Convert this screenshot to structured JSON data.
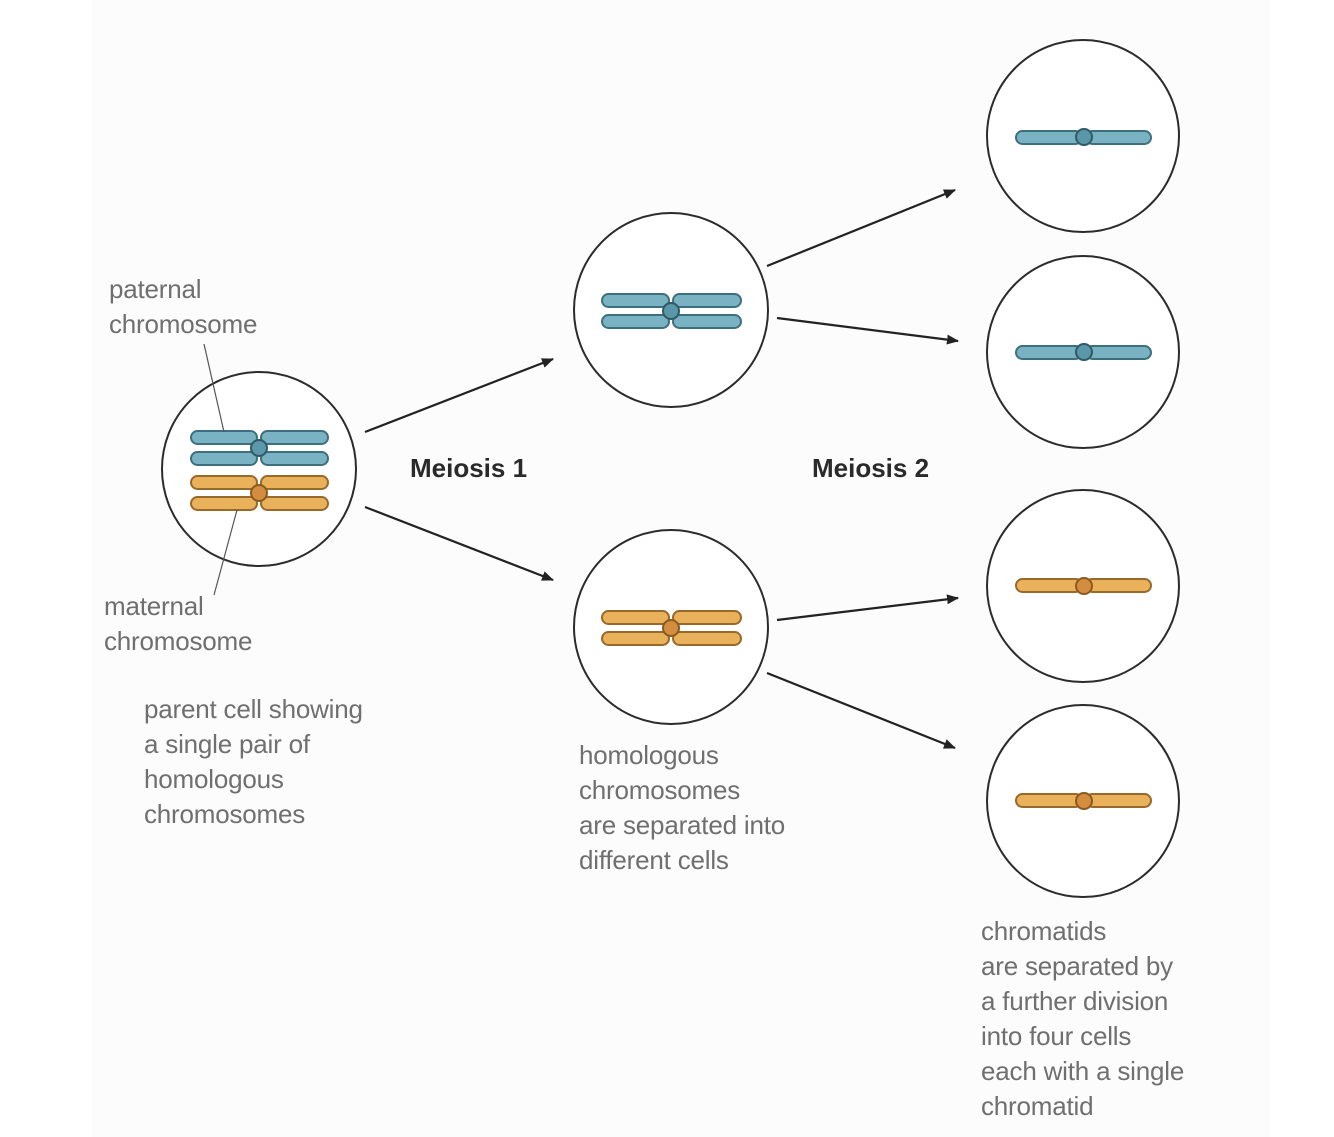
{
  "labels": {
    "paternal": "paternal\nchromosome",
    "maternal": "maternal\nchromosome",
    "parent_caption": "parent cell showing\na single pair of\nhomologous\nchromosomes",
    "meiosis1": "Meiosis 1",
    "meiosis2": "Meiosis 2",
    "mid_caption": "homologous\nchromosomes\nare separated into\ndifferent cells",
    "final_caption": "chromatids\nare separated by\na further division\ninto four cells\neach with a single\nchromatid"
  },
  "colors": {
    "paternal": "#79b3c3",
    "maternal": "#eab15b",
    "outline": "#2b2b2b"
  }
}
